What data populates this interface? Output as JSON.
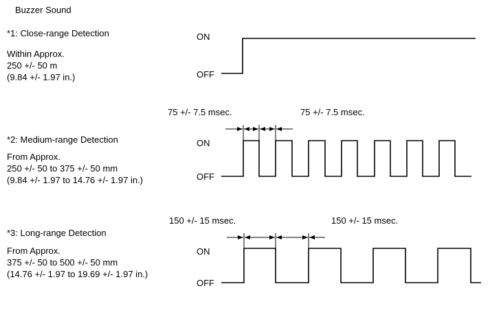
{
  "title": "Buzzer Sound",
  "levels": {
    "on": "ON",
    "off": "OFF"
  },
  "sections": [
    {
      "label": "*1: Close-range Detection",
      "desc": [
        "Within Approx.",
        "250 +/- 50 m",
        "(9.84 +/- 1.97 in.)"
      ],
      "waveform": "continuous"
    },
    {
      "label": "*2: Medium-range Detection",
      "desc": [
        "From Approx.",
        "250 +/- 50 to 375 +/- 50 mm",
        "(9.84 +/- 1.97 to 14.76 +/- 1.97 in.)"
      ],
      "waveform": "pulse",
      "timing_on": "75 +/- 7.5 msec.",
      "timing_off": "75 +/- 7.5 msec."
    },
    {
      "label": "*3: Long-range Detection",
      "desc": [
        "From Approx.",
        "375 +/- 50 to 500 +/- 50 mm",
        "(14.76 +/- 1.97 to 19.69 +/- 1.97 in.)"
      ],
      "waveform": "pulse",
      "timing_on": "150 +/- 15 msec.",
      "timing_off": "150 +/- 15 msec."
    }
  ]
}
